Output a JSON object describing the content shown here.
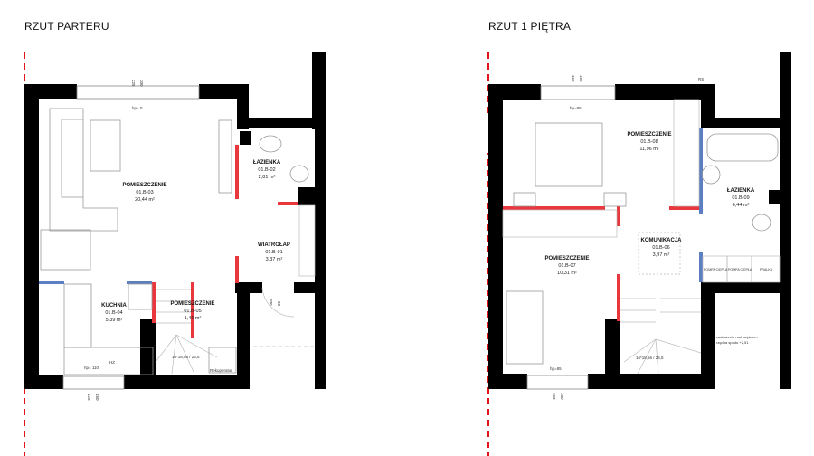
{
  "plans": [
    {
      "title": "RZUT PARTERU",
      "rooms": [
        {
          "name": "POMIESZCZENIE",
          "id": "01.B-03",
          "area": "20,44 m²"
        },
        {
          "name": "ŁAZIENKA",
          "id": "01.B-02",
          "area": "2,81 m²"
        },
        {
          "name": "WIATROŁAP",
          "id": "01.B-01",
          "area": "3,37 m²"
        },
        {
          "name": "KUCHNIA",
          "id": "01.B-04",
          "area": "5,39 m²"
        },
        {
          "name": "POMIESZCZENIE",
          "id": "01.B-05",
          "area": "1,46 m²"
        }
      ],
      "labels": {
        "window_top_dims": [
          "228",
          "300"
        ],
        "window_top_hp": "hp= 0",
        "window_bottom_hp": "hp= 110",
        "window_bottom_dims": [
          "125",
          "150"
        ],
        "door_dims": [
          "200",
          "90"
        ],
        "stairs": "16*18,56 / 26,5",
        "recuperator": "Rekuperator",
        "fridge": "HZ"
      }
    },
    {
      "title": "RZUT 1 PIĘTRA",
      "rooms": [
        {
          "name": "POMIESZCZENIE",
          "id": "01.B-08",
          "area": "11,96 m²"
        },
        {
          "name": "ŁAZIENKA",
          "id": "01.B-09",
          "area": "6,44 m²"
        },
        {
          "name": "KOMUNIKACJA",
          "id": "01.B-06",
          "area": "3,97 m²"
        },
        {
          "name": "POMIESZCZENIE",
          "id": "01.B-07",
          "area": "10,31 m²"
        }
      ],
      "labels": {
        "window_top_dims": [
          "150",
          "185"
        ],
        "window_top_hp": "hp=85",
        "window_bottom_hp": "hp=85",
        "window_bottom_dims": [
          "150",
          "150"
        ],
        "rs": "RS",
        "stairs": "16*18,56 / 26,5",
        "heat_pump_1": "POMPA CIEPŁA",
        "heat_pump_2": "POMPA CIEPŁA",
        "washer": "PRALKA",
        "roof_note_1": "zadaszenie nad wejściem",
        "roof_note_2": "rzędna spodu +2,51"
      }
    }
  ]
}
